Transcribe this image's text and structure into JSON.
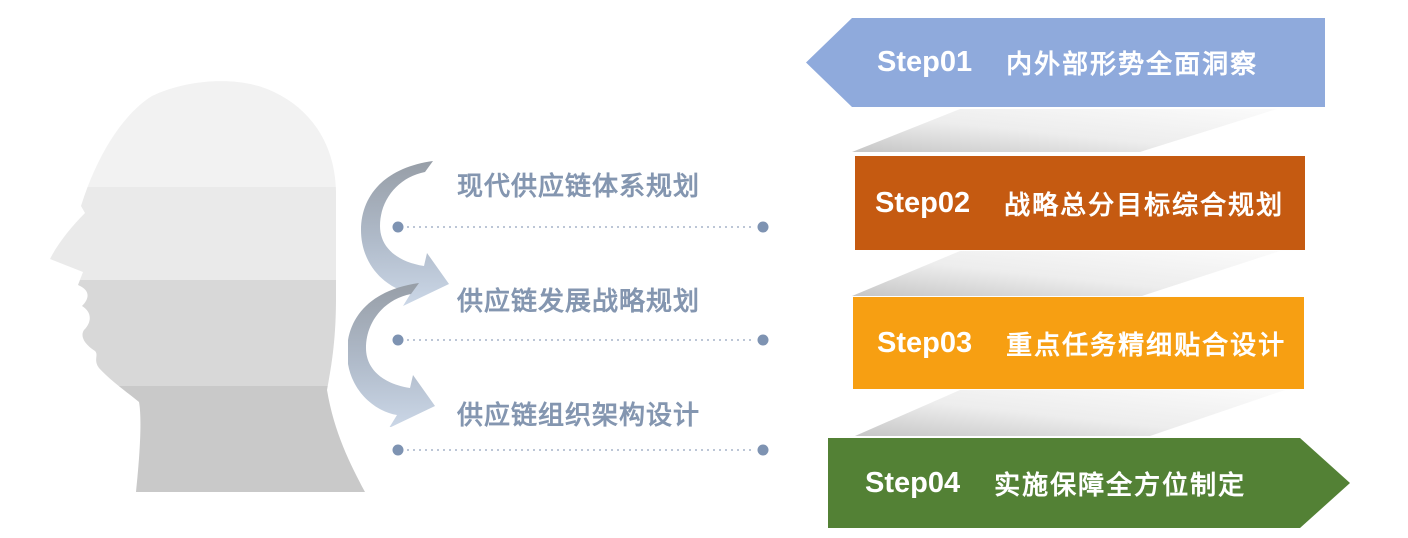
{
  "figure": {
    "type": "supply-chain-planning-process-diagram"
  },
  "head": {
    "bands": [
      "#F2F2F2",
      "#EAEAEA",
      "#D8D8D8",
      "#C9C9C9"
    ]
  },
  "planning": {
    "items": [
      {
        "label": "现代供应链体系规划"
      },
      {
        "label": "供应链发展战略规划"
      },
      {
        "label": "供应链组织架构设计"
      }
    ],
    "text_color": "#8496B0",
    "dot_color": "#7E93B2",
    "line_color": "#A6B4C8"
  },
  "arrows": {
    "top_color": "#979EA7",
    "mid_color": "#B0BBCA",
    "bottom_color": "#CBD7E7"
  },
  "connectors": {
    "dark": "#C6C6C6",
    "mid": "#EDEDED",
    "light": "#FBFBFB"
  },
  "steps": [
    {
      "step": "Step01",
      "title": "内外部形势全面洞察",
      "color": "#8FAADC"
    },
    {
      "step": "Step02",
      "title": "战略总分目标综合规划",
      "color": "#C55A11"
    },
    {
      "step": "Step03",
      "title": "重点任务精细贴合设计",
      "color": "#F79F12"
    },
    {
      "step": "Step04",
      "title": "实施保障全方位制定",
      "color": "#538135"
    }
  ]
}
